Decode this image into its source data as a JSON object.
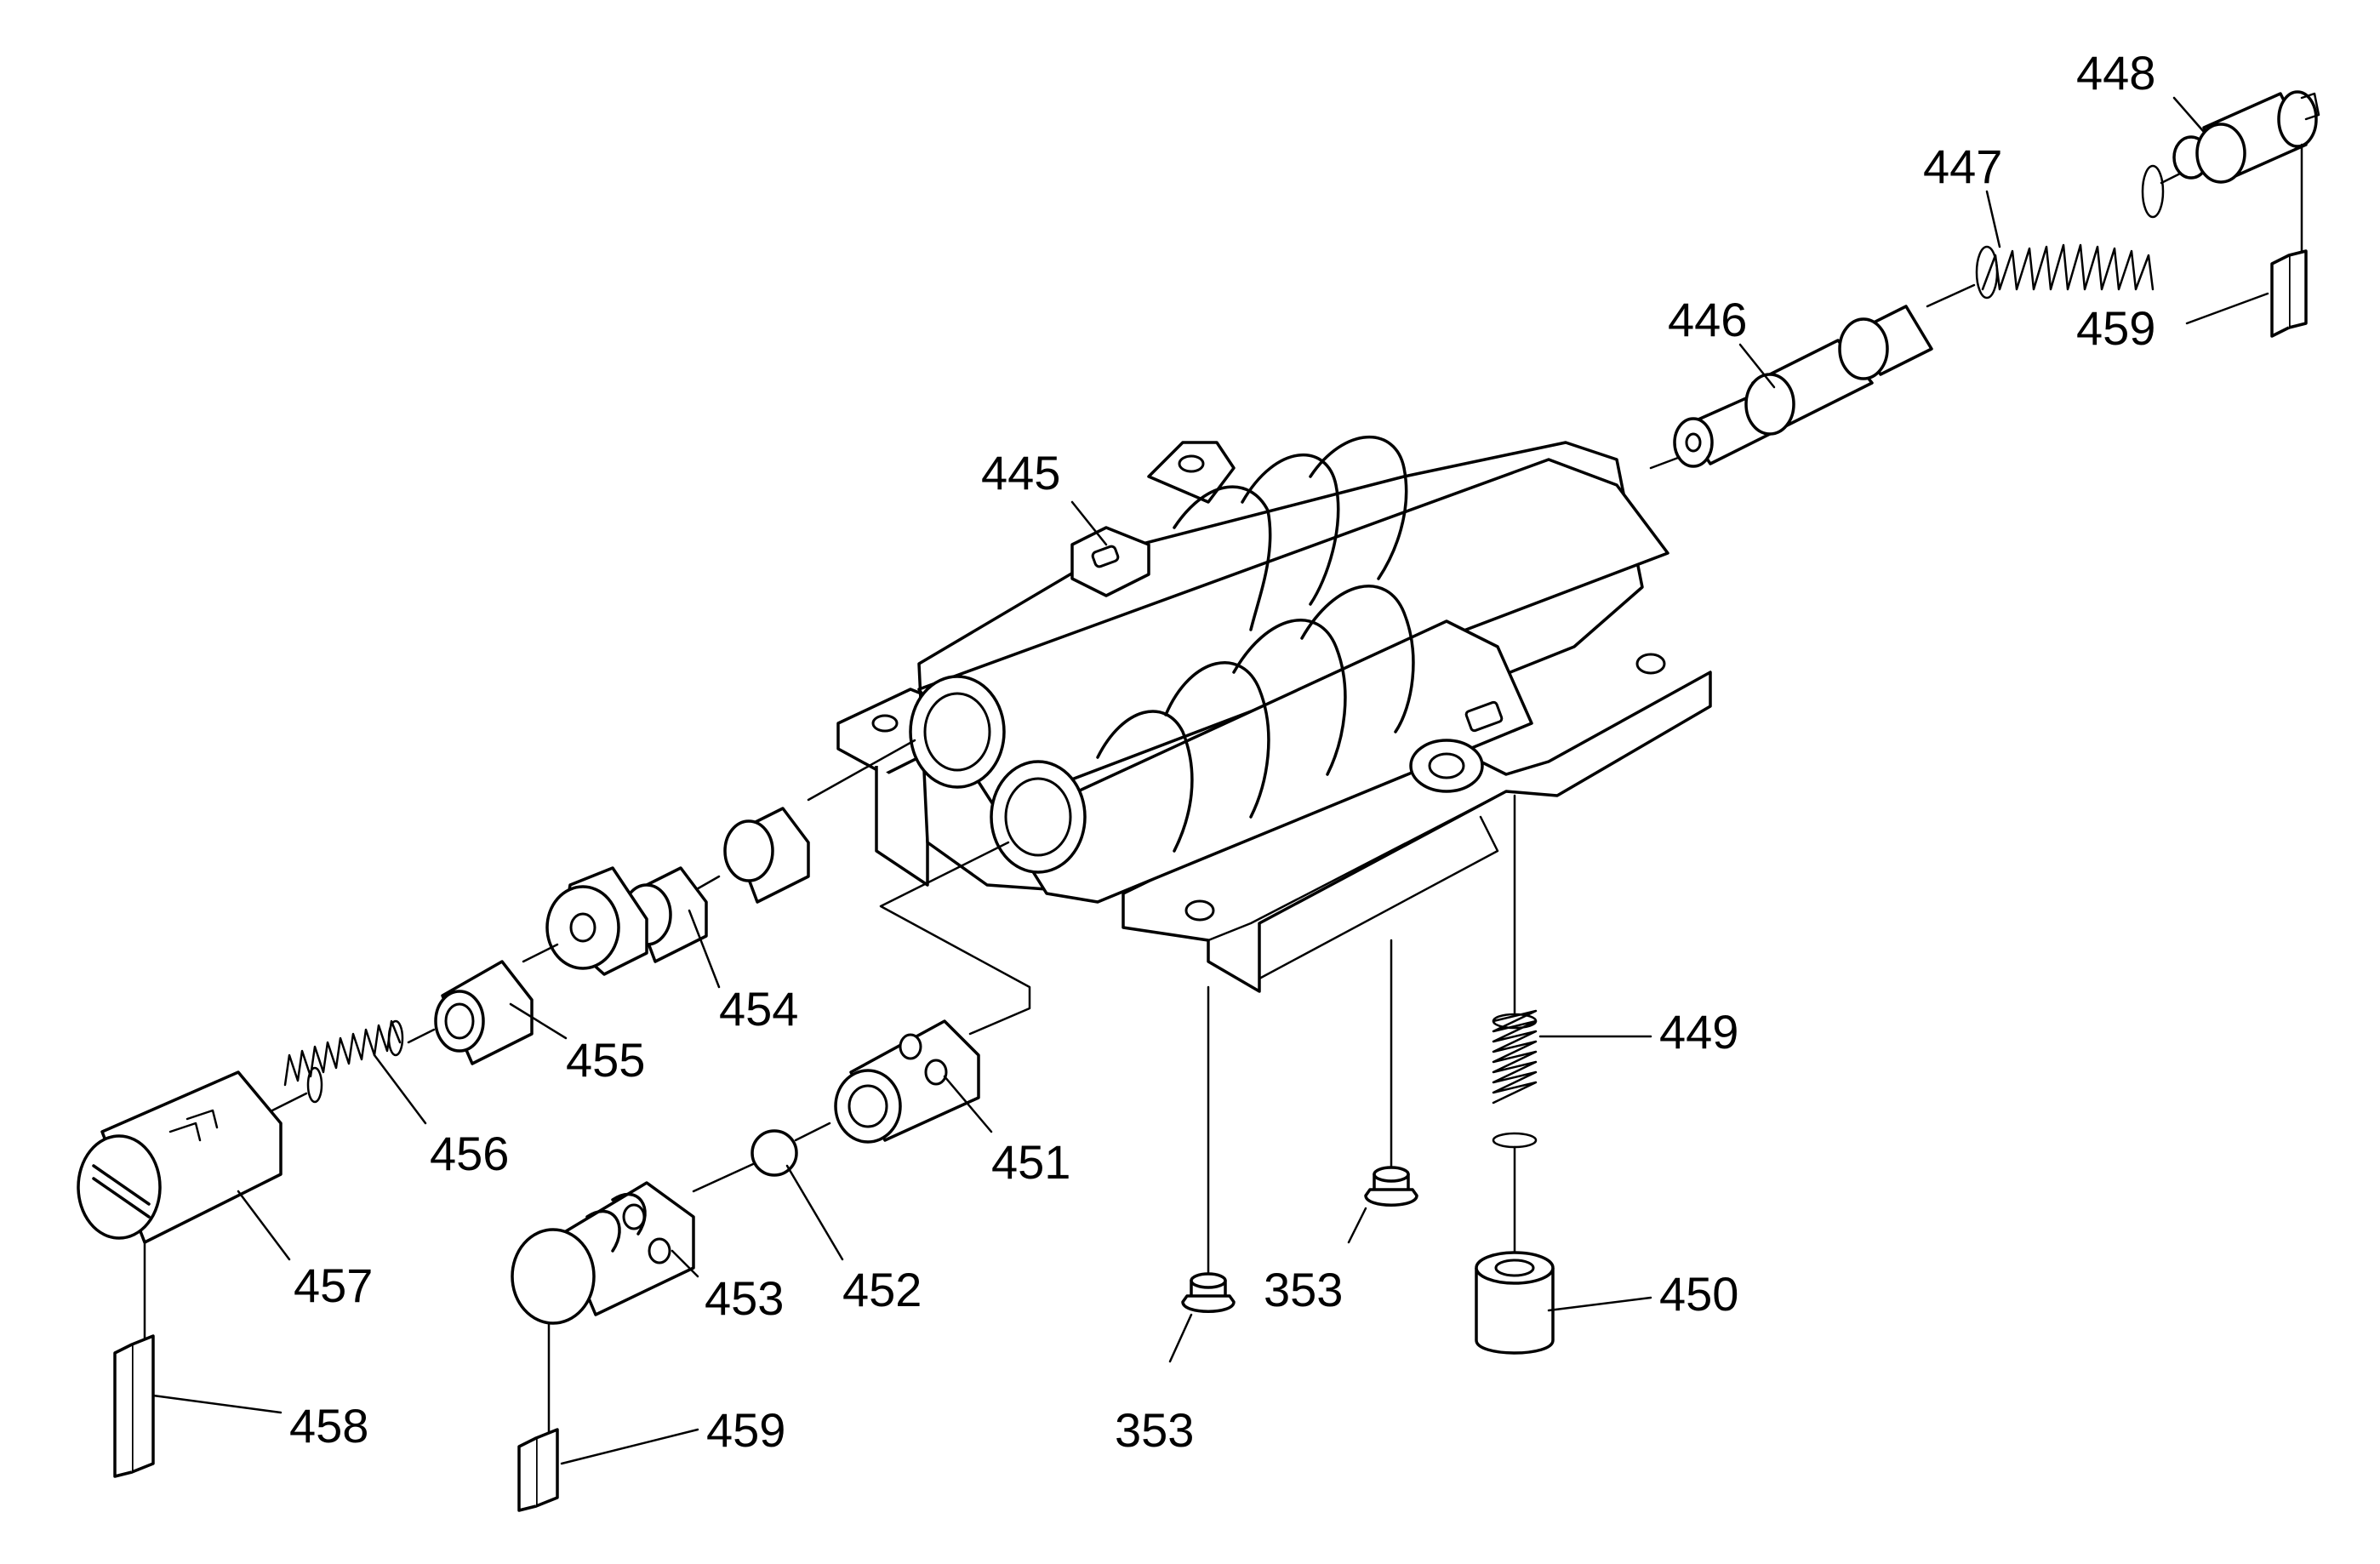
{
  "callouts": {
    "c445": "445",
    "c446": "446",
    "c447": "447",
    "c448": "448",
    "c449": "449",
    "c450": "450",
    "c451": "451",
    "c452": "452",
    "c453": "453",
    "c454": "454",
    "c455": "455",
    "c456": "456",
    "c457": "457",
    "c458": "458",
    "c459a": "459",
    "c459b": "459",
    "c353a": "353",
    "c353b": "353"
  }
}
